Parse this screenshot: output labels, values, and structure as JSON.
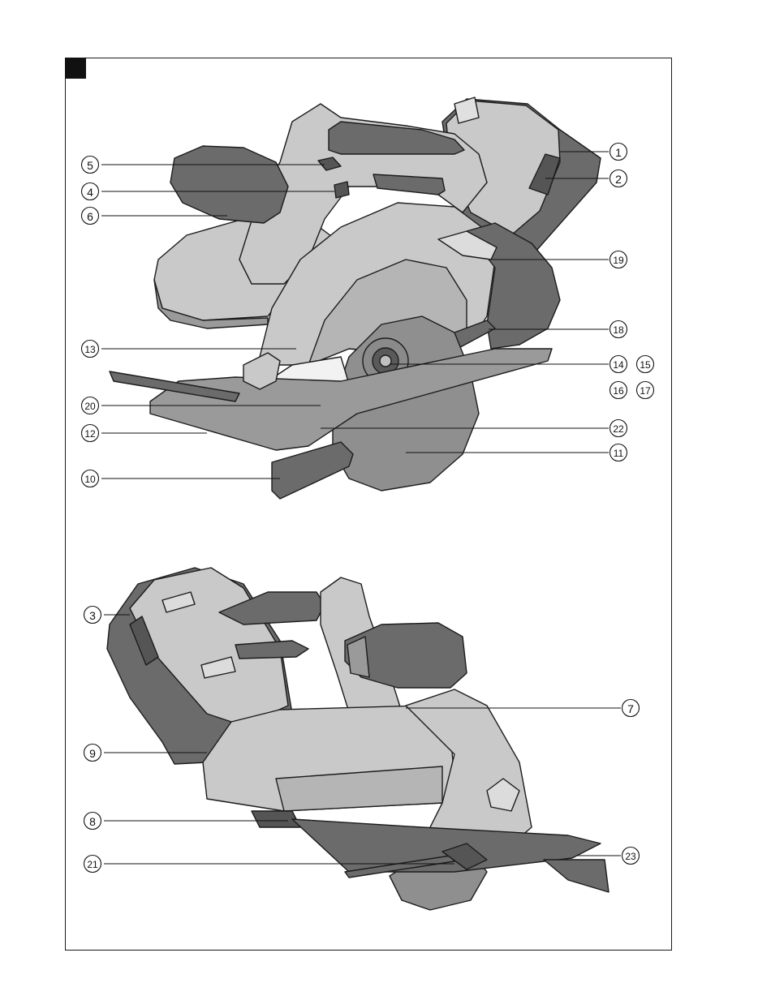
{
  "figure": {
    "callouts": [
      {
        "id": "c1",
        "label": "1"
      },
      {
        "id": "c2",
        "label": "2"
      },
      {
        "id": "c19",
        "label": "19"
      },
      {
        "id": "c18",
        "label": "18"
      },
      {
        "id": "c14",
        "label": "14"
      },
      {
        "id": "c15",
        "label": "15"
      },
      {
        "id": "c16",
        "label": "16"
      },
      {
        "id": "c17",
        "label": "17"
      },
      {
        "id": "c22",
        "label": "22"
      },
      {
        "id": "c11",
        "label": "11"
      },
      {
        "id": "c5",
        "label": "5"
      },
      {
        "id": "c4",
        "label": "4"
      },
      {
        "id": "c6",
        "label": "6"
      },
      {
        "id": "c13",
        "label": "13"
      },
      {
        "id": "c20",
        "label": "20"
      },
      {
        "id": "c12",
        "label": "12"
      },
      {
        "id": "c10",
        "label": "10"
      },
      {
        "id": "c3",
        "label": "3"
      },
      {
        "id": "c7",
        "label": "7"
      },
      {
        "id": "c9",
        "label": "9"
      },
      {
        "id": "c8",
        "label": "8"
      },
      {
        "id": "c21",
        "label": "21"
      },
      {
        "id": "c23",
        "label": "23"
      }
    ]
  },
  "colors": {
    "light_housing": "#c9c9c9",
    "mid_housing": "#a8a8a8",
    "dark_housing": "#6b6b6b",
    "darker": "#555555",
    "blade": "#8f8f8f",
    "outline": "#1c1c1c"
  }
}
